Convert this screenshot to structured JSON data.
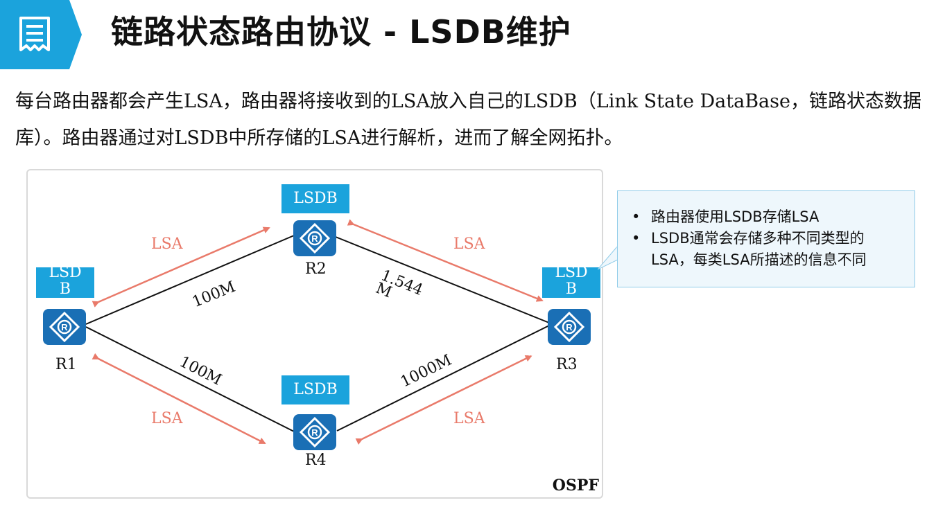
{
  "header": {
    "title": "链路状态路由协议 - LSDB维护",
    "icon": "document-icon",
    "accent_color": "#1ba3dc"
  },
  "intro": {
    "text": "每台路由器都会产生LSA，路由器将接收到的LSA放入自己的LSDB（Link State DataBase，链路状态数据库）。路由器通过对LSDB中所存储的LSA进行解析，进而了解全网拓扑。"
  },
  "diagram": {
    "area_label": "OSPF",
    "lsdb_label": "LSDB",
    "lsdb_split": [
      "LSD",
      "B"
    ],
    "routers": {
      "r1": "R1",
      "r2": "R2",
      "r3": "R3",
      "r4": "R4"
    },
    "links": {
      "r1_r2": "100M",
      "r2_r3_line1": "1.544",
      "r2_r3_line2": "M",
      "r1_r4": "100M",
      "r4_r3": "1000M"
    },
    "lsa_label": "LSA",
    "lsa_color": "#e97a6a",
    "router_color": "#1a6fb5"
  },
  "callout": {
    "items": [
      "路由器使用LSDB存储LSA",
      "LSDB通常会存储多种不同类型的LSA，每类LSA所描述的信息不同"
    ],
    "bullet": "•"
  }
}
